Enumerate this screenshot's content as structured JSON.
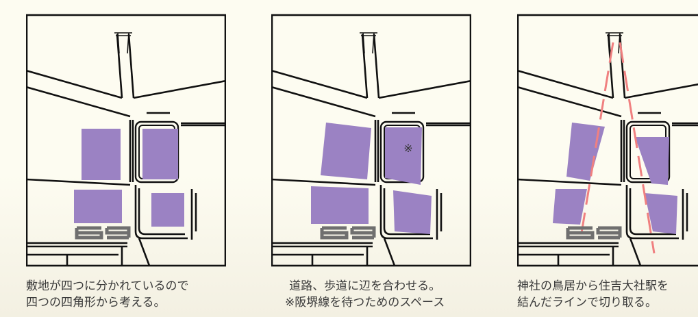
{
  "colors": {
    "block": "#9b82c3",
    "cut_line": "#f08080",
    "road": "#111111",
    "marker": "#6f6f6f"
  },
  "icons": {
    "shrine_gate": "torii-icon",
    "station_marker": "station-symbol-icon"
  },
  "panels": [
    {
      "caption_line1": "敷地が四つに分かれているので",
      "caption_line2": "四つの四角形から考える。"
    },
    {
      "caption_line1": "道路、歩道に辺を合わせる。",
      "caption_line2": "※阪堺線を待つためのスペース",
      "note_mark": "※"
    },
    {
      "caption_line1": "神社の鳥居から住吉大社駅を",
      "caption_line2": "結んだラインで切り取る。"
    }
  ]
}
